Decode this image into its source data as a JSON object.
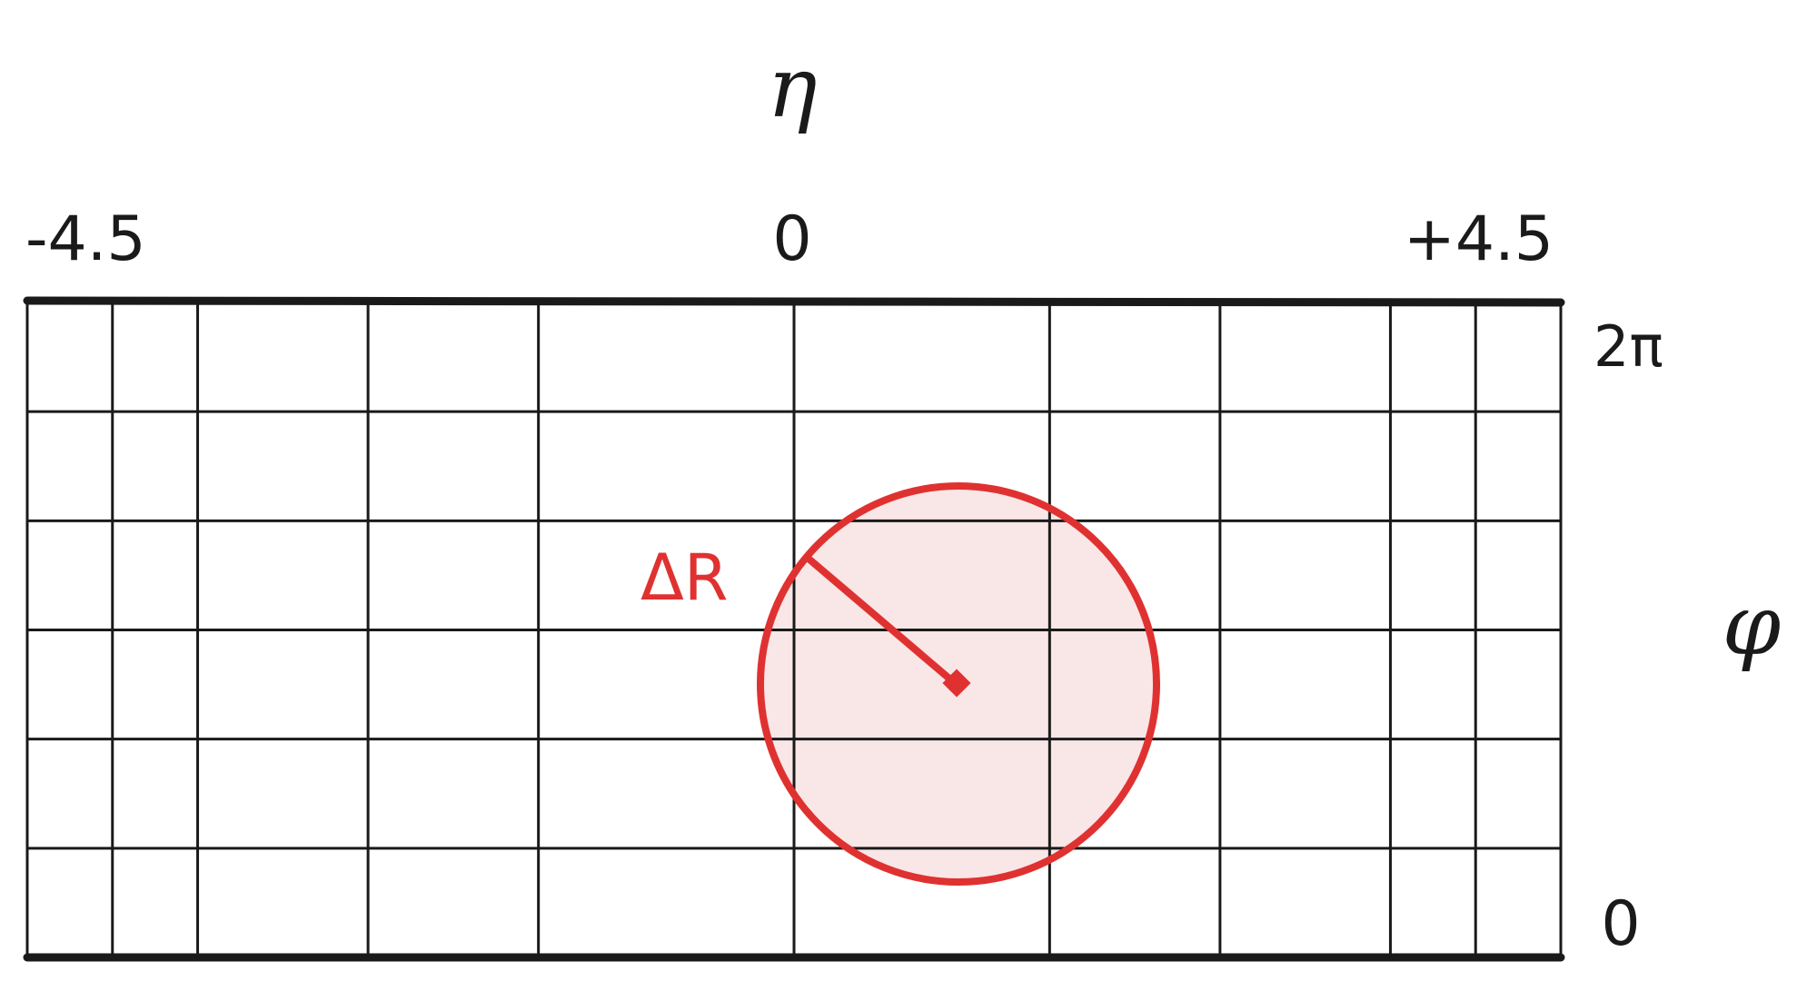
{
  "axes": {
    "eta": {
      "label": "η",
      "ticks": [
        "-4.5",
        "0",
        "+4.5"
      ]
    },
    "phi": {
      "label": "φ",
      "ticks": [
        "2π",
        "0"
      ]
    }
  },
  "grid": {
    "rows": 6,
    "eta_lines": [
      -4.5,
      -4.0,
      -3.5,
      -2.5,
      -1.5,
      0,
      1.5,
      2.5,
      3.5,
      4.0,
      4.5
    ]
  },
  "cone": {
    "label": "ΔR",
    "color": "#e03131",
    "fill": "#f9e6e7"
  },
  "colors": {
    "line": "#1a1a1a",
    "background": "#ffffff"
  }
}
